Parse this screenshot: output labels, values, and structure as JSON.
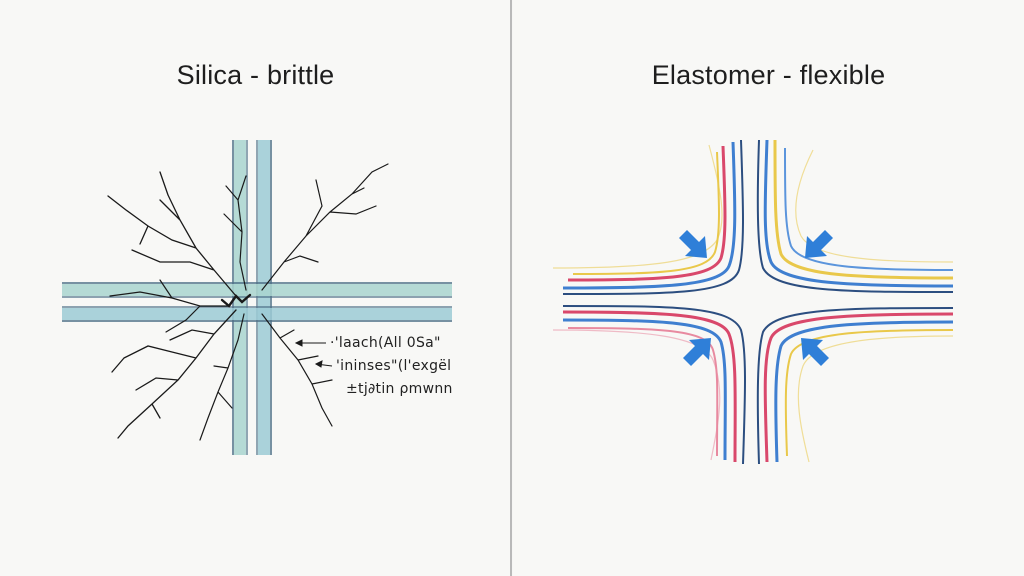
{
  "left_panel": {
    "title": "Silica - brittle",
    "annotations": [
      "·'laach(All 0Sa\"",
      "'ininses\"(l'exgël",
      "±tj∂tin ρmwnn"
    ]
  },
  "right_panel": {
    "title": "Elastomer - flexible"
  },
  "colors": {
    "silica_fiber": "#8fc8c0",
    "silica_fiber_dark": "#4c6f86",
    "crack": "#1a1a1a",
    "elastomer_blue": "#3f7fd0",
    "elastomer_red": "#d9486b",
    "elastomer_yellow": "#e9c84a",
    "arrow": "#2f7fd8"
  }
}
